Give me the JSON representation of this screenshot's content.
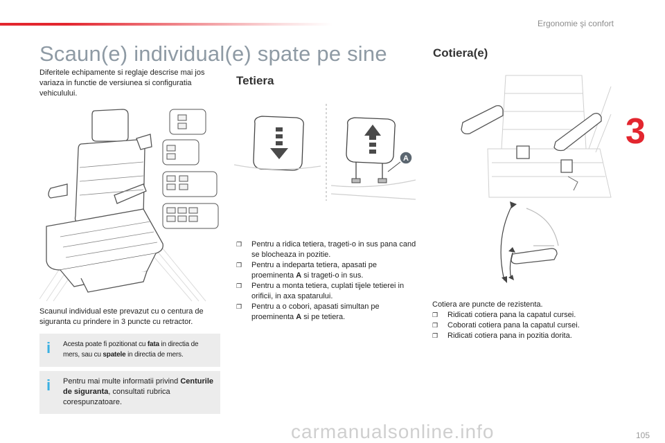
{
  "header": {
    "section": "Ergonomie şi confort",
    "chapter": "3"
  },
  "left": {
    "title": "Scaun(e) individual(e) spate pe sine",
    "intro": "Diferitele echipamente si reglaje descrise mai jos variaza in functie de versiunea si configuratia vehiculului.",
    "belt_text": "Scaunul individual este prevazut cu o centura de siguranta cu prindere in 3 puncte cu retractor.",
    "info1": {
      "pre": "Acesta poate fi pozitionat cu ",
      "b1": "fata",
      "mid": " in directia de mers, sau cu ",
      "b2": "spatele",
      "post": " in directia de mers."
    },
    "info2": {
      "pre": "Pentru mai multe informatii privind ",
      "bold": "Centurile de siguranta",
      "post": ", consultati rubrica corespunzatoare."
    }
  },
  "middle": {
    "title": "Tetiera",
    "label_a": "A",
    "bullets": [
      "Pentru a ridica tetiera, trageti-o in sus pana cand se blocheaza in pozitie.",
      {
        "pre": "Pentru a indeparta tetiera, apasati pe proeminenta ",
        "bold": "A",
        "post": " si trageti-o in sus."
      },
      "Pentru a monta tetiera, cuplati tijele tetierei in orificii, in axa spatarului.",
      {
        "pre": "Pentru a o cobori, apasati simultan pe proeminenta ",
        "bold": "A",
        "post": " si pe tetiera."
      }
    ]
  },
  "right": {
    "title": "Cotiera(e)",
    "intro": "Cotiera are puncte de rezistenta.",
    "bullets": [
      "Ridicati cotiera pana la capatul cursei.",
      "Coborati cotiera pana la capatul cursei.",
      "Ridicati cotiera pana in pozitia dorita."
    ]
  },
  "footer": {
    "page": "105",
    "watermark": "carmanualsonline.info"
  },
  "colors": {
    "accent": "#e3262f",
    "info_icon": "#3ab0e2",
    "title_grey": "#8e9aa4"
  }
}
